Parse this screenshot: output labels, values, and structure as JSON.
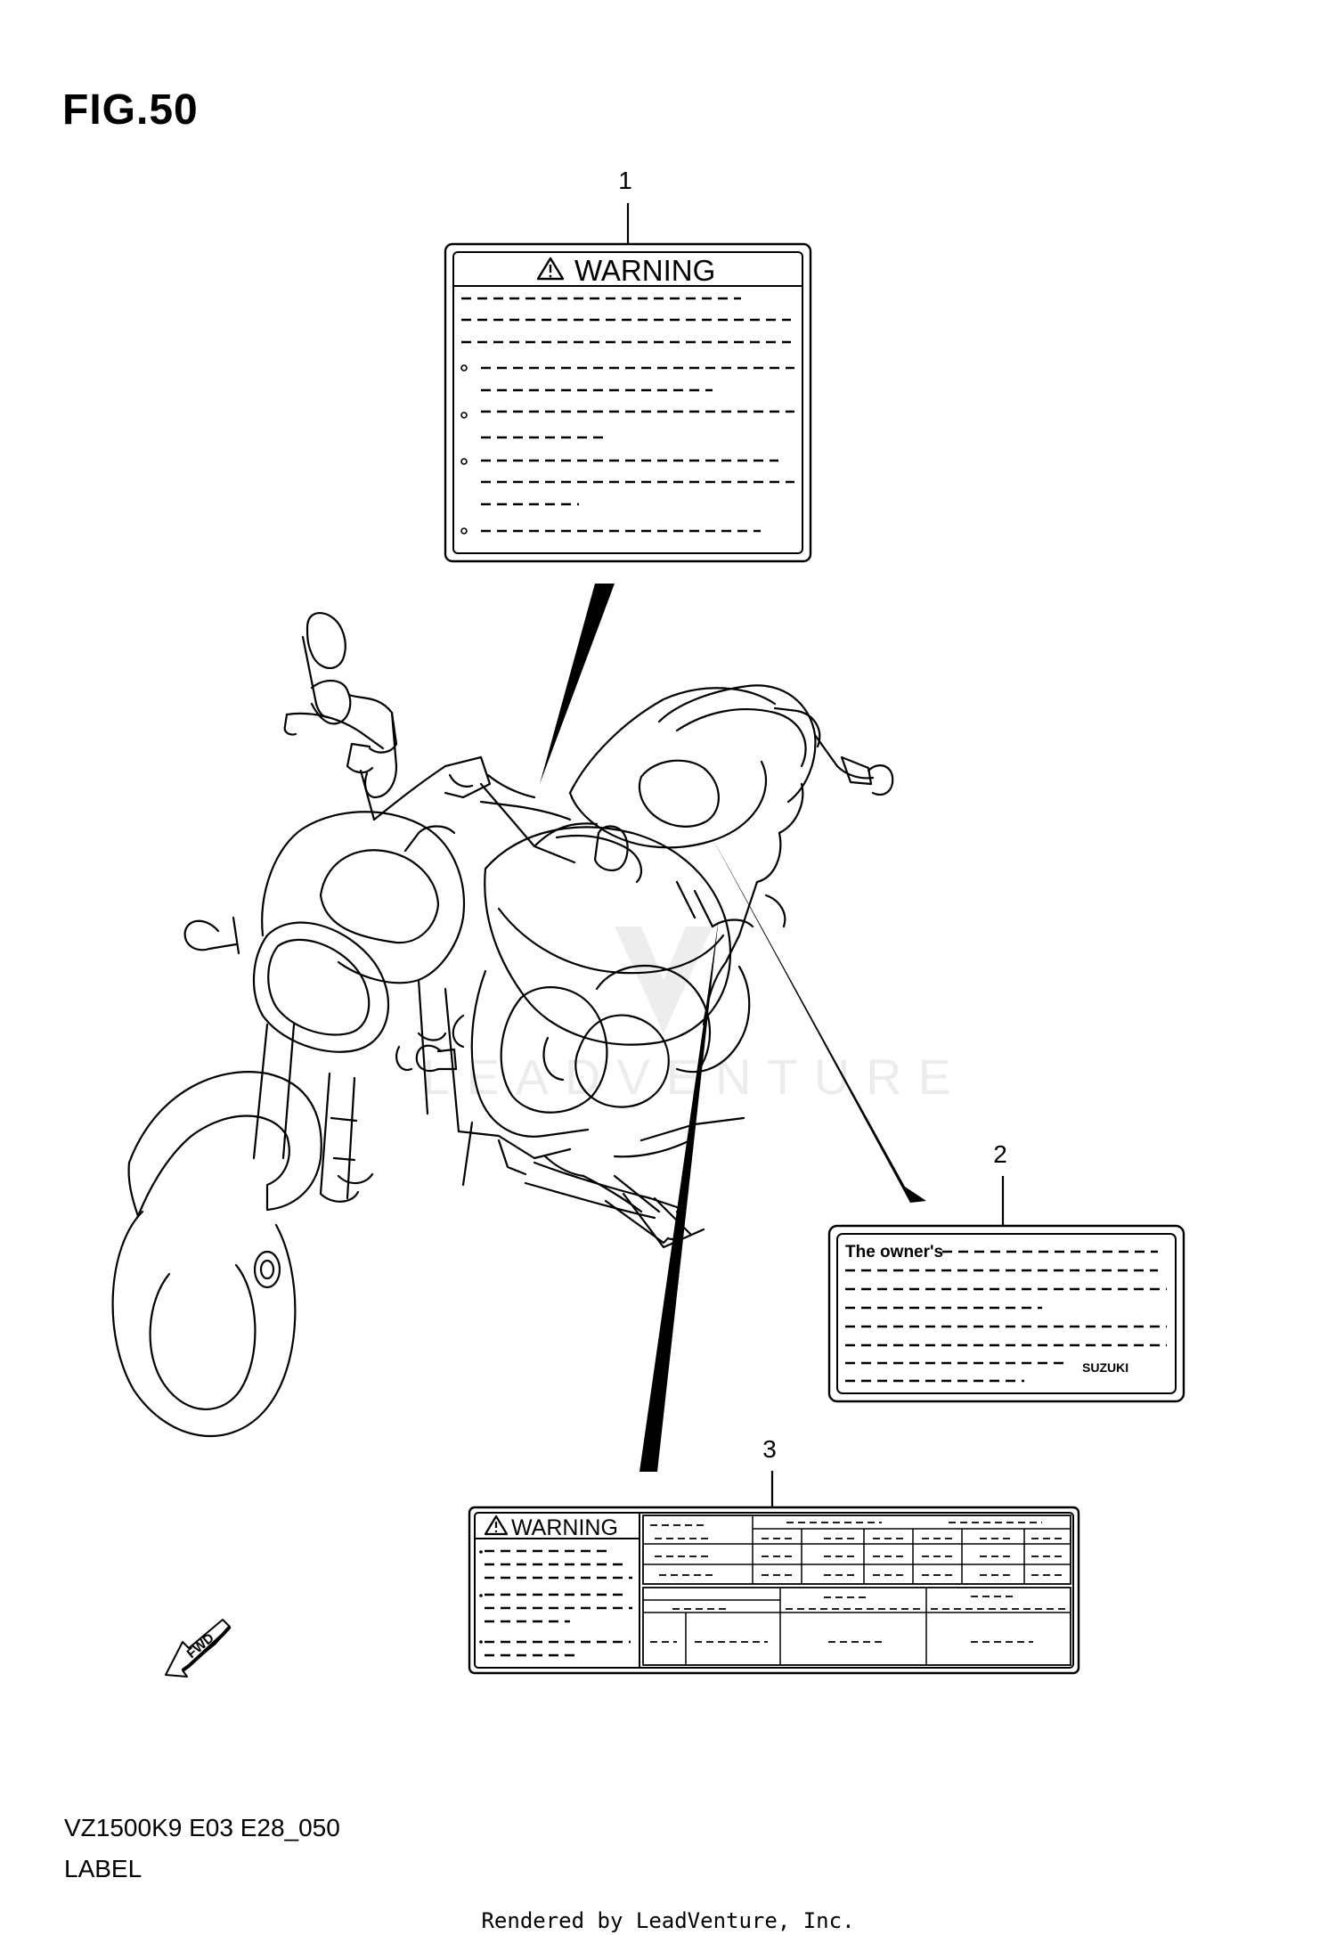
{
  "header": {
    "title": "FIG.50"
  },
  "callouts": [
    "1",
    "2",
    "3"
  ],
  "label1": {
    "warning": "WARNING"
  },
  "label2": {
    "heading": "The owner's",
    "brand": "SUZUKI"
  },
  "label3": {
    "warning": "WARNING"
  },
  "fwd_marker": "FWD",
  "watermark": "LEADVENTURE",
  "footer": {
    "code": "VZ1500K9 E03 E28_050",
    "name": "LABEL",
    "credit": "Rendered by LeadVenture, Inc."
  }
}
